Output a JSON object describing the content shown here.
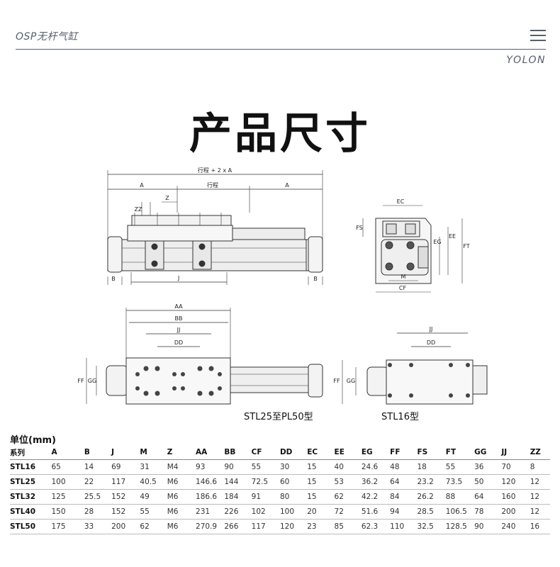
{
  "header": {
    "brand": "OSP无杆气缸",
    "logo": "YOLON",
    "menu_icon": "hamburger-menu-icon"
  },
  "page_title": "产品尺寸",
  "drawings": {
    "top": {
      "stroke_label": "行程 + 2 x A",
      "stroke": "行程",
      "a_left": "A",
      "a_right": "A",
      "zz": "ZZ",
      "z": "Z",
      "b_left": "B",
      "j": "J",
      "b_right": "B"
    },
    "side": {
      "ec": "EC",
      "fs": "FS",
      "eg": "EG",
      "ee": "EE",
      "ft": "FT",
      "m": "M",
      "cf": "CF"
    },
    "stl25": {
      "aa": "AA",
      "bb": "BB",
      "jj": "JJ",
      "dd": "DD",
      "ff": "FF",
      "gg": "GG",
      "caption": "STL25至PL50型"
    },
    "stl16": {
      "jj": "JJ",
      "dd": "DD",
      "ff": "FF",
      "gg": "GG",
      "caption": "STL16型"
    }
  },
  "table": {
    "unit_label": "单位(mm)",
    "headers": [
      "系列",
      "A",
      "B",
      "J",
      "M",
      "Z",
      "AA",
      "BB",
      "CF",
      "DD",
      "EC",
      "EE",
      "EG",
      "FF",
      "FS",
      "FT",
      "GG",
      "JJ",
      "ZZ"
    ],
    "rows": [
      [
        "STL16",
        "65",
        "14",
        "69",
        "31",
        "M4",
        "93",
        "90",
        "55",
        "30",
        "15",
        "40",
        "24.6",
        "48",
        "18",
        "55",
        "36",
        "70",
        "8"
      ],
      [
        "STL25",
        "100",
        "22",
        "117",
        "40.5",
        "M6",
        "146.6",
        "144",
        "72.5",
        "60",
        "15",
        "53",
        "36.2",
        "64",
        "23.2",
        "73.5",
        "50",
        "120",
        "12"
      ],
      [
        "STL32",
        "125",
        "25.5",
        "152",
        "49",
        "M6",
        "186.6",
        "184",
        "91",
        "80",
        "15",
        "62",
        "42.2",
        "84",
        "26.2",
        "88",
        "64",
        "160",
        "12"
      ],
      [
        "STL40",
        "150",
        "28",
        "152",
        "55",
        "M6",
        "231",
        "226",
        "102",
        "100",
        "20",
        "72",
        "51.6",
        "94",
        "28.5",
        "106.5",
        "78",
        "200",
        "12"
      ],
      [
        "STL50",
        "175",
        "33",
        "200",
        "62",
        "M6",
        "270.9",
        "266",
        "117",
        "120",
        "23",
        "85",
        "62.3",
        "110",
        "32.5",
        "128.5",
        "90",
        "240",
        "16"
      ]
    ]
  }
}
